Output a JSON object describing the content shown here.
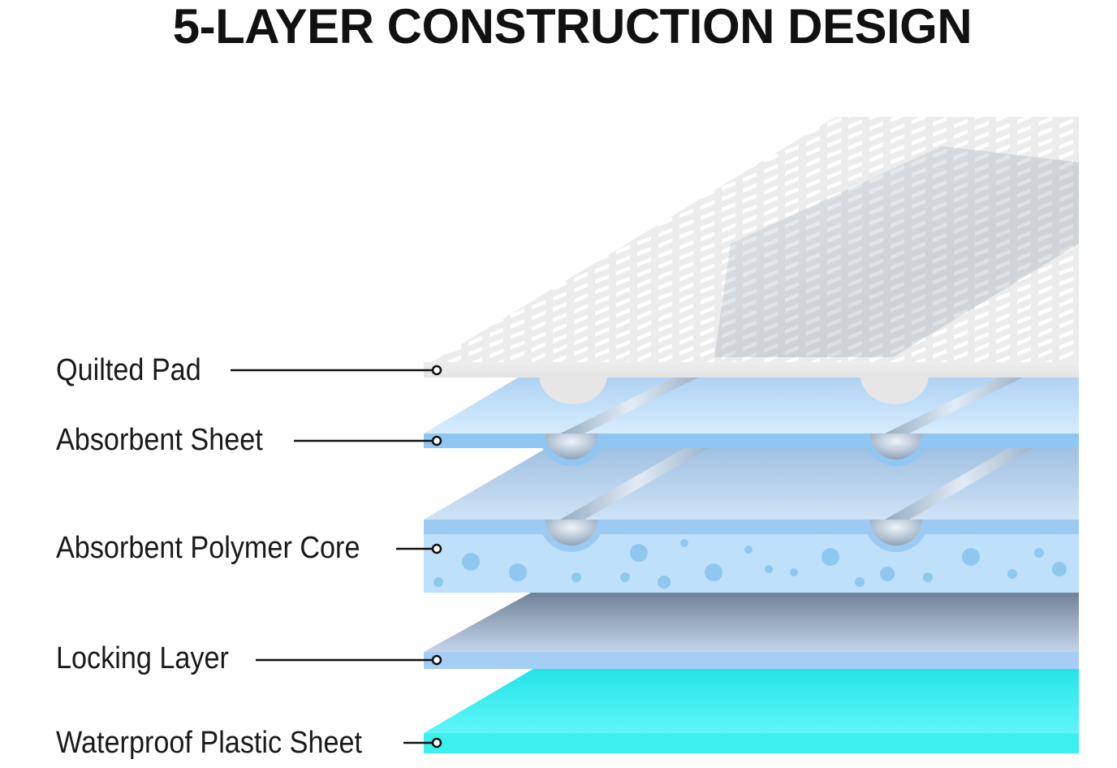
{
  "title": "5-LAYER CONSTRUCTION DESIGN",
  "layers": [
    {
      "label": "Quilted Pad"
    },
    {
      "label": "Absorbent Sheet"
    },
    {
      "label": "Absorbent Polymer Core"
    },
    {
      "label": "Locking Layer"
    },
    {
      "label": "Waterproof Plastic Sheet"
    }
  ],
  "colors": {
    "quilted_pad": "#e9e9e9",
    "absorbent_sheet": "#c4e2fa",
    "absorbent_sheet_edge": "#8fc6f2",
    "polymer_core": "#b9d6f1",
    "polymer_core_edge": "#bfe0fb",
    "granules": "#8fc8ef",
    "locking_layer": "#9aabc2",
    "locking_layer_edge": "#a6cdf3",
    "waterproof_sheet": "#3df0f0",
    "leader_line": "#111111"
  }
}
